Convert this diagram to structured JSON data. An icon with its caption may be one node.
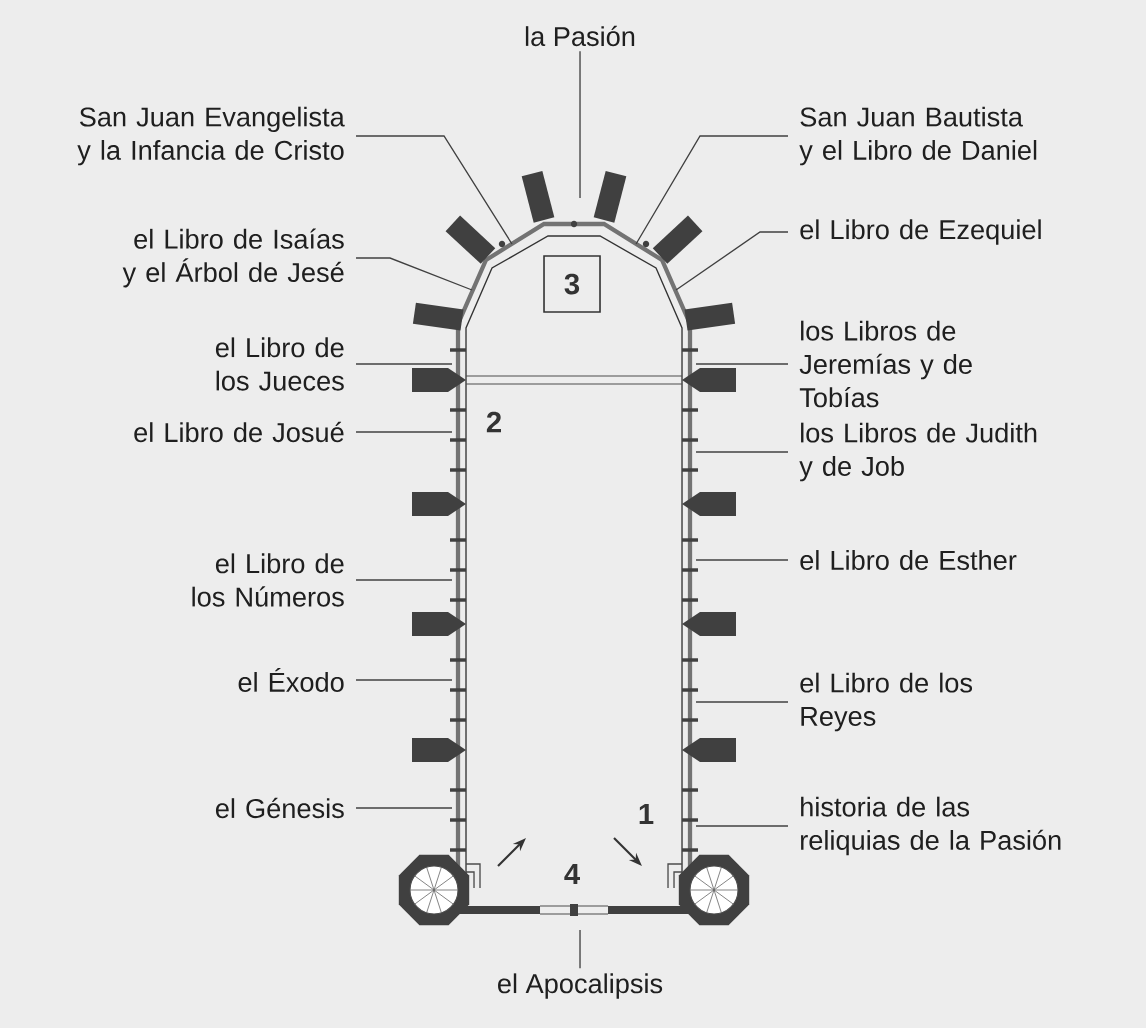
{
  "diagram": {
    "nodes": [
      {
        "text": [
          "la Pasión"
        ]
      },
      {
        "text": [
          "San Juan Evangelista y la Infancia de Cristo"
        ]
      },
      {
        "text": [
          "el Libro de Isaías y el Árbol de Jesé"
        ]
      },
      {
        "text": [
          "el Libro de los Jueces"
        ]
      },
      {
        "text": [
          "el Libro de Josué"
        ]
      },
      {
        "text": [
          "el Libro de los Números"
        ]
      },
      {
        "text": [
          "el Éxodo"
        ]
      },
      {
        "text": [
          "el Génesis"
        ]
      },
      {
        "text": [
          "San Juan Bautista y el Libro de Daniel"
        ]
      },
      {
        "text": [
          "el Libro de Ezequiel"
        ]
      },
      {
        "text": [
          "los Libros de Jeremías y de Tobías"
        ]
      },
      {
        "text": [
          "los Libros de Judith y de Job"
        ]
      },
      {
        "text": [
          "el Libro de Esther"
        ]
      },
      {
        "text": [
          "el Libro de los Reyes"
        ]
      },
      {
        "text": [
          "historia de las reliquias de la Pasión"
        ]
      },
      {
        "text": [
          "el Apocalipsis"
        ]
      },
      {
        "text": [
          "3"
        ]
      }
    ],
    "edges": [
      {
        "from": 0,
        "to": null,
        "arrow": "none"
      },
      {
        "from": 1,
        "to": null,
        "arrow": "none"
      },
      {
        "from": 2,
        "to": null,
        "arrow": "none"
      },
      {
        "from": 3,
        "to": null,
        "arrow": "none"
      },
      {
        "from": 4,
        "to": null,
        "arrow": "none"
      },
      {
        "from": 5,
        "to": null,
        "arrow": "none"
      },
      {
        "from": 6,
        "to": null,
        "arrow": "none"
      },
      {
        "from": 7,
        "to": null,
        "arrow": "none"
      },
      {
        "from": 8,
        "to": null,
        "arrow": "none"
      },
      {
        "from": 9,
        "to": null,
        "arrow": "none"
      },
      {
        "from": 10,
        "to": null,
        "arrow": "none"
      },
      {
        "from": 11,
        "to": null,
        "arrow": "none"
      },
      {
        "from": 12,
        "to": null,
        "arrow": "none"
      },
      {
        "from": 13,
        "to": null,
        "arrow": "none"
      },
      {
        "from": 14,
        "to": null,
        "arrow": "none"
      },
      {
        "from": 15,
        "to": null,
        "arrow": "none"
      }
    ],
    "labels": [
      "2",
      "1",
      "4"
    ]
  }
}
